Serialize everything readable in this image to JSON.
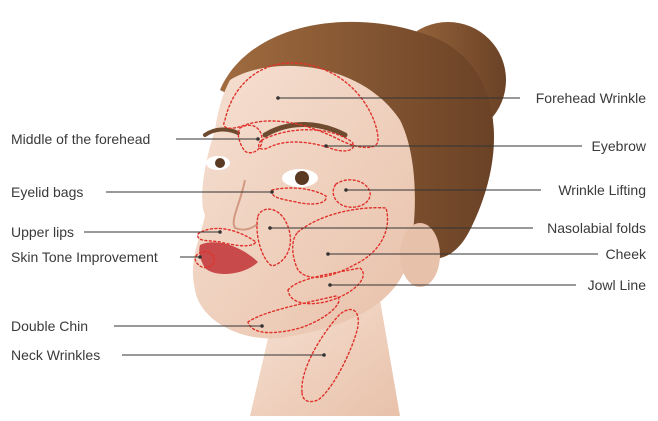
{
  "colors": {
    "leader_line": "#333333",
    "zone_outline": "#e0322b",
    "label_text": "#3a3a3a",
    "skin": "#f1d3c0",
    "hair": "#8a5a35",
    "background": "#ffffff"
  },
  "labels": {
    "forehead_wrinkle": "Forehead Wrinkle",
    "middle_forehead": "Middle of the forehead",
    "eyebrow": "Eyebrow",
    "eyelid_bags": "Eyelid bags",
    "wrinkle_lifting": "Wrinkle Lifting",
    "upper_lips": "Upper lips",
    "nasolabial_folds": "Nasolabial folds",
    "skin_tone": "Skin Tone Improvement",
    "cheek": "Cheek",
    "jowl_line": "Jowl Line",
    "double_chin": "Double Chin",
    "neck_wrinkles": "Neck Wrinkles"
  },
  "image": {
    "subject": "face-illustration"
  }
}
